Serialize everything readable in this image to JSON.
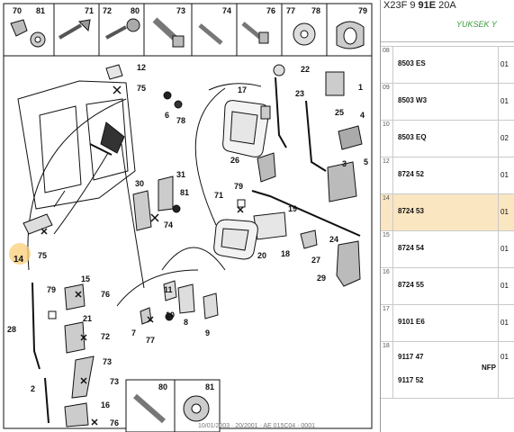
{
  "header": {
    "code_prefix": "X23F 9 ",
    "code_bold": "91E",
    "code_suffix": " 20A",
    "subtitle": "YUKSEK Y"
  },
  "fastener_boxes": [
    "70",
    "81",
    "71",
    "72",
    "80",
    "73",
    "74",
    "76",
    "77",
    "78",
    "79"
  ],
  "callouts": {
    "c12": "12",
    "c75a": "75",
    "c6": "6",
    "c78a": "78",
    "c17": "17",
    "c22": "22",
    "c23": "23",
    "c1": "1",
    "c25": "25",
    "c4": "4",
    "c3": "3",
    "c26": "26",
    "c5": "5",
    "c31": "31",
    "c30": "30",
    "c81": "81",
    "c74": "74",
    "c71": "71",
    "c79a": "79",
    "c24": "24",
    "c19": "19",
    "c20": "20",
    "c18": "18",
    "c27": "27",
    "c29": "29",
    "c75b": "75",
    "c15": "15",
    "c76a": "76",
    "c79b": "79",
    "c28": "28",
    "c21": "21",
    "c72": "72",
    "c7": "7",
    "c10": "10",
    "c8": "8",
    "c9": "9",
    "c77": "77",
    "c73": "73",
    "c2": "2",
    "c16": "16",
    "c76b": "76",
    "c11": "11",
    "c80b": "80",
    "c81b": "81"
  },
  "hotspot_label": "14",
  "footer_text": "10/01/2003 · 20/2001 · AE 015C04 · 0001",
  "parts": [
    {
      "index": "08",
      "ref": "8503 ES",
      "qty": "01",
      "selected": false
    },
    {
      "index": "09",
      "ref": "8503 W3",
      "qty": "01",
      "selected": false
    },
    {
      "index": "10",
      "ref": "8503 EQ",
      "qty": "02",
      "selected": false
    },
    {
      "index": "12",
      "ref": "8724 52",
      "qty": "01",
      "selected": false
    },
    {
      "index": "14",
      "ref": "8724 53",
      "qty": "01",
      "selected": true
    },
    {
      "index": "15",
      "ref": "8724 54",
      "qty": "01",
      "selected": false
    },
    {
      "index": "16",
      "ref": "8724 55",
      "qty": "01",
      "selected": false
    },
    {
      "index": "17",
      "ref": "9101 E6",
      "qty": "01",
      "selected": false
    }
  ],
  "last_part": {
    "index": "18",
    "ref1": "9117 47",
    "ref2": "9117 52",
    "qty": "01",
    "nfp": "NFP"
  }
}
